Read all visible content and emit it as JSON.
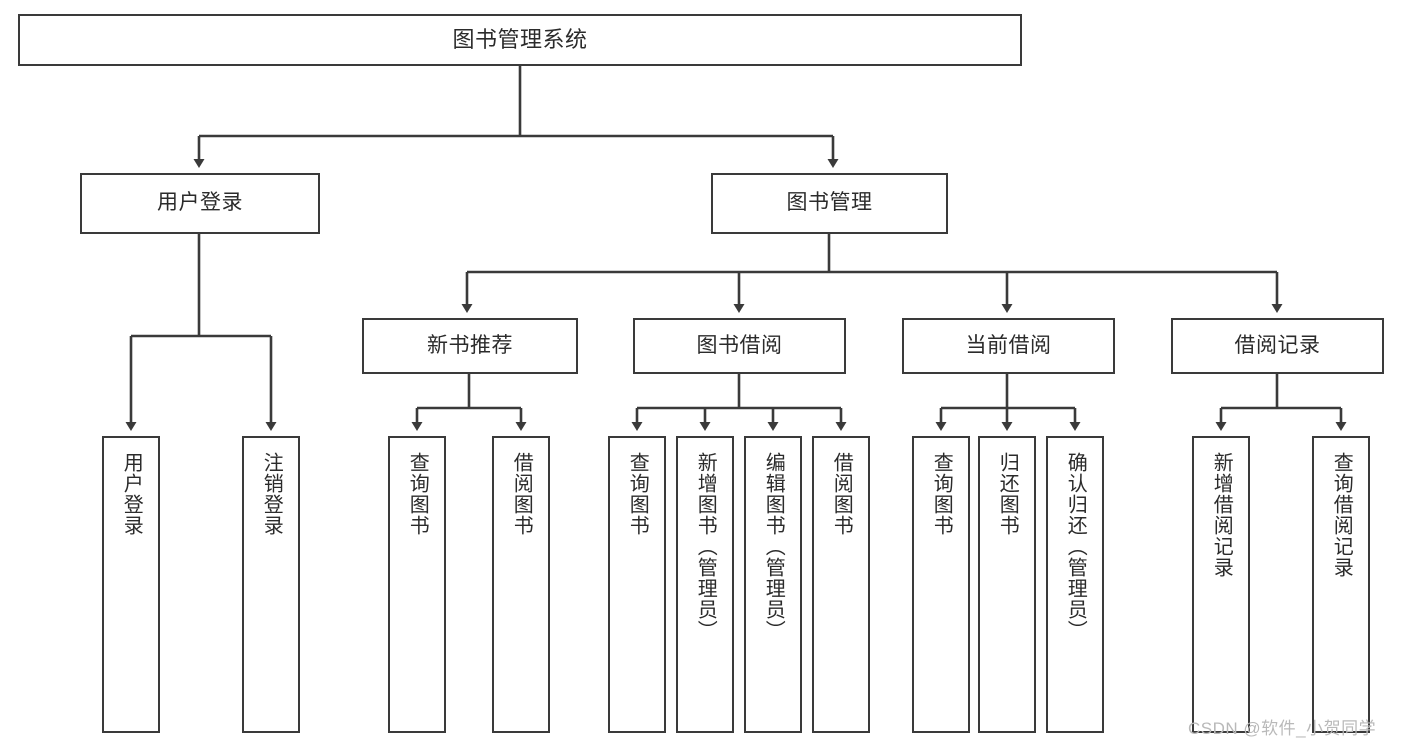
{
  "diagram": {
    "title": "图书管理系统",
    "type": "hierarchy-tree",
    "background_color": "#ffffff",
    "border_color": "#3a3a3a",
    "text_color": "#2b2b2b",
    "levels": 4
  },
  "root": {
    "label": "图书管理系统"
  },
  "level1": [
    {
      "label": "用户登录"
    },
    {
      "label": "图书管理"
    }
  ],
  "level2": [
    {
      "label": "新书推荐"
    },
    {
      "label": "图书借阅"
    },
    {
      "label": "当前借阅"
    },
    {
      "label": "借阅记录"
    }
  ],
  "leaves": {
    "user_login": [
      {
        "label": "用户登录"
      },
      {
        "label": "注销登录"
      }
    ],
    "new_book_recommend": [
      {
        "label": "查询图书"
      },
      {
        "label": "借阅图书"
      }
    ],
    "book_borrow": [
      {
        "label": "查询图书"
      },
      {
        "label": "新增图书（管理员）"
      },
      {
        "label": "编辑图书（管理员）"
      },
      {
        "label": "借阅图书"
      }
    ],
    "current_borrow": [
      {
        "label": "查询图书"
      },
      {
        "label": "归还图书"
      },
      {
        "label": "确认归还（管理员）"
      }
    ],
    "borrow_record": [
      {
        "label": "新增借阅记录"
      },
      {
        "label": "查询借阅记录"
      }
    ]
  },
  "watermark": {
    "text": "CSDN @软件_小贺同学"
  }
}
